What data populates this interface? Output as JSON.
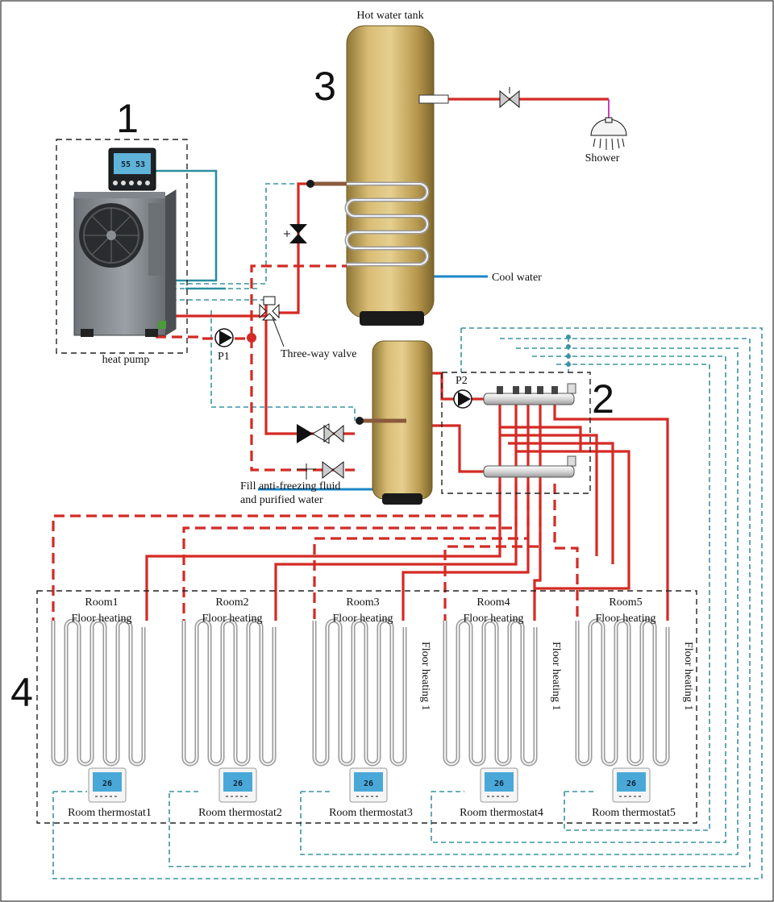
{
  "labels": {
    "hot_water_tank": "Hot water tank",
    "shower": "Shower",
    "cool_water": "Cool water",
    "heat_pump": "heat pump",
    "pump1": "P1",
    "pump2": "P2",
    "three_way_valve": "Three-way valve",
    "fill_line1": "Fill anti-freezing fluid",
    "fill_line2": "and purified water"
  },
  "section_numbers": [
    "1",
    "2",
    "3",
    "4"
  ],
  "rooms": [
    {
      "name": "Room1",
      "floor": "Floor heating",
      "side": "",
      "thermostat": "Room thermostat1"
    },
    {
      "name": "Room2",
      "floor": "Floor heating",
      "side": "",
      "thermostat": "Room thermostat2"
    },
    {
      "name": "Room3",
      "floor": "Floor heating",
      "side": "Floor heating 1",
      "thermostat": "Room thermostat3"
    },
    {
      "name": "Room4",
      "floor": "Floor heating",
      "side": "Floor heating 1",
      "thermostat": "Room thermostat4"
    },
    {
      "name": "Room5",
      "floor": "Floor heating",
      "side": "Floor heating 1",
      "thermostat": "Room thermostat5"
    }
  ],
  "controller_display": {
    "left": "55",
    "right": "53"
  },
  "thermostat_display": "26",
  "colors": {
    "hot_pipe": "#d42a24",
    "signal": "#3a93a3",
    "cold_pipe": "#1a86c8",
    "tank": "#c7a75d"
  }
}
